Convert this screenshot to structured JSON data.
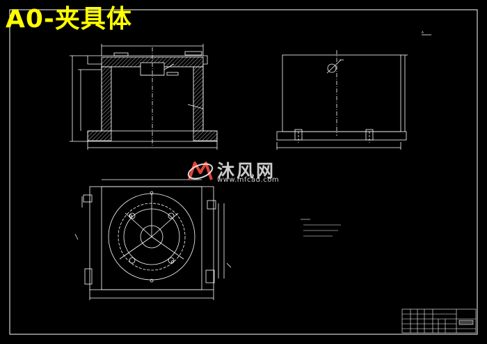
{
  "title": "A0-夹具体",
  "watermark": {
    "name": "沐风网",
    "url": "www.mfcad.com",
    "logo_icon": "mfcad-logo-icon"
  },
  "colors": {
    "background": "#000000",
    "line": "#ffffff",
    "title": "#ffff00",
    "watermark_red": "#e0433a"
  }
}
